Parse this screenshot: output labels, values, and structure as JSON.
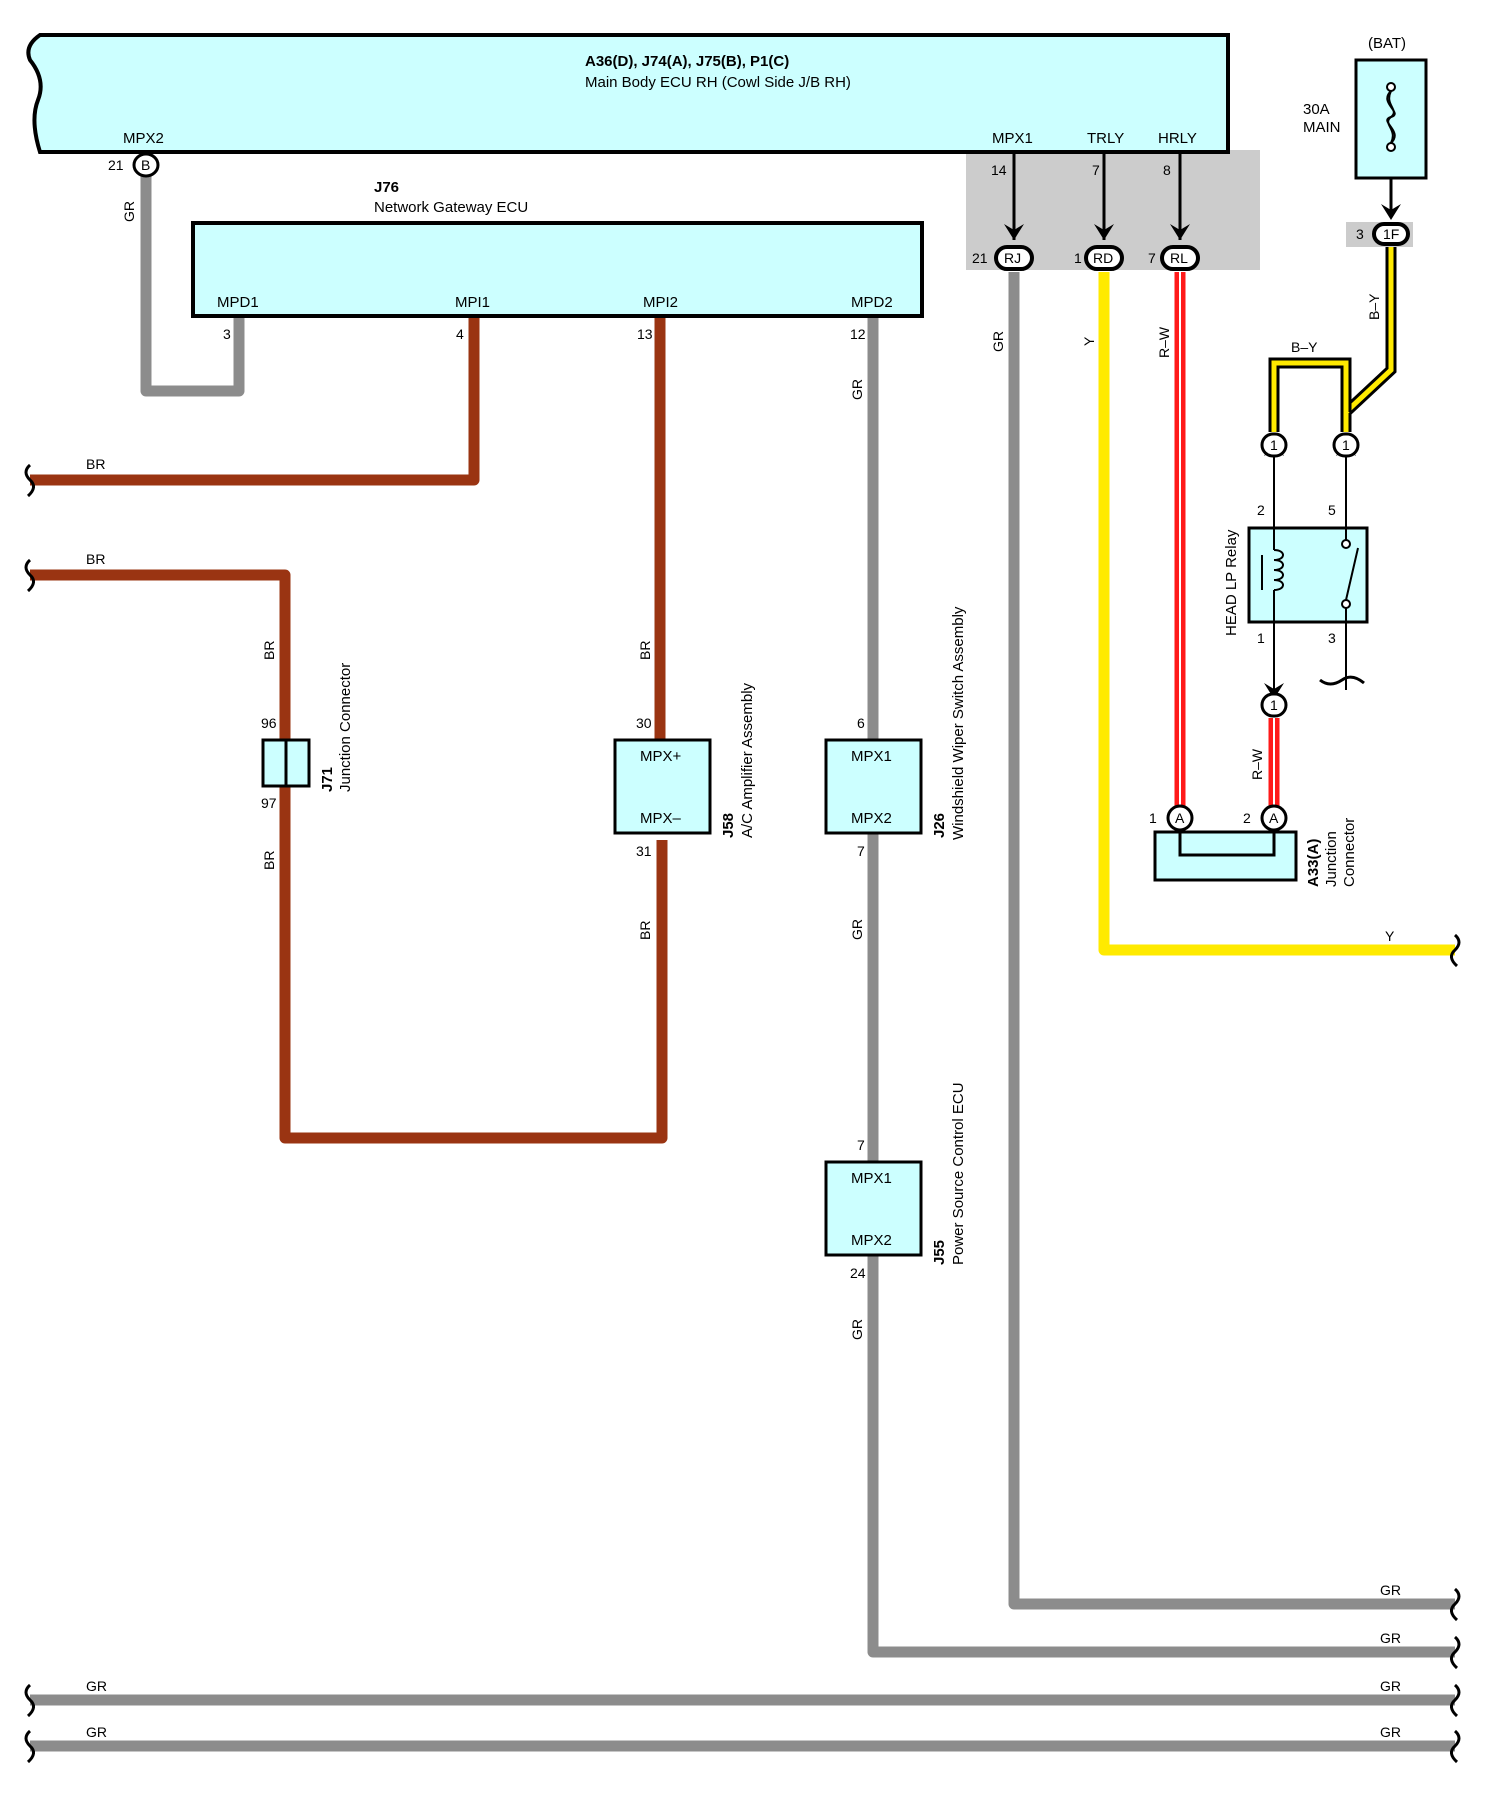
{
  "colors": {
    "box_fill": "#ccffff",
    "BR": "#9a3412",
    "GR": "#8c8c8c",
    "Y": "#ffea00",
    "R": "#ff1a1a",
    "shade": "#cccccc"
  },
  "main_ecu": {
    "code": "A36(D), J74(A), J75(B), P1(C)",
    "name": "Main Body ECU RH (Cowl Side J/B RH)",
    "pins": {
      "mpx2": "MPX2",
      "mpx1": "MPX1",
      "trly": "TRLY",
      "hrly": "HRLY"
    },
    "pin_nums": {
      "mpx2": "21",
      "mpx1": "14",
      "trly": "7",
      "hrly": "8"
    },
    "conn_b": "B"
  },
  "gateway": {
    "code": "J76",
    "name": "Network Gateway ECU",
    "pins": {
      "mpd1": "MPD1",
      "mpi1": "MPI1",
      "mpi2": "MPI2",
      "mpd2": "MPD2"
    },
    "pin_nums": {
      "mpd1": "3",
      "mpi1": "4",
      "mpi2": "13",
      "mpd2": "12"
    }
  },
  "connectors": {
    "rj": "RJ",
    "rj_num": "21",
    "rd": "RD",
    "rd_num": "1",
    "rl": "RL",
    "rl_num": "7",
    "f1": "1F",
    "f1_num": "3"
  },
  "battery": {
    "label": "(BAT)",
    "fuse_amp": "30A",
    "fuse_name": "MAIN"
  },
  "relay": {
    "name": "HEAD LP Relay",
    "conn": "1",
    "pins": {
      "p2": "2",
      "p5": "5",
      "p1": "1",
      "p3": "3"
    }
  },
  "j71": {
    "code": "J71",
    "name": "Junction Connector",
    "pin_top": "96",
    "pin_bot": "97"
  },
  "j58": {
    "code": "J58",
    "name": "A/C Amplifier Assembly",
    "pin_top_label": "MPX+",
    "pin_bot_label": "MPX–",
    "pin_top": "30",
    "pin_bot": "31"
  },
  "j26": {
    "code": "J26",
    "name": "Windshield Wiper Switch Assembly",
    "pin_top_label": "MPX1",
    "pin_bot_label": "MPX2",
    "pin_top": "6",
    "pin_bot": "7"
  },
  "j55": {
    "code": "J55",
    "name": "Power Source Control ECU",
    "pin_top_label": "MPX1",
    "pin_bot_label": "MPX2",
    "pin_top": "7",
    "pin_bot": "24"
  },
  "a33": {
    "code": "A33(A)",
    "name_line1": "Junction",
    "name_line2": "Connector",
    "conn": "A",
    "pin1": "1",
    "pin2": "2"
  },
  "wires": {
    "br": "BR",
    "gr": "GR",
    "y": "Y",
    "rw": "R–W",
    "by": "B–Y"
  }
}
